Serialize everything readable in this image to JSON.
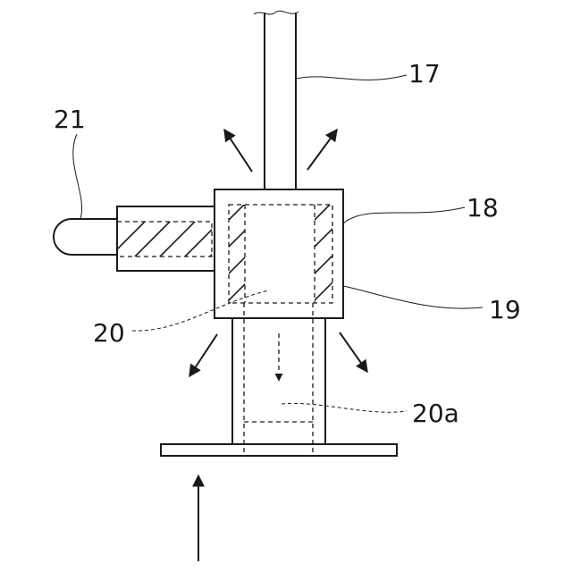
{
  "labels": {
    "pipe": "17",
    "housing": "18",
    "inner_body": "19",
    "passage": "20",
    "passage_lower": "20a",
    "connector": "21"
  }
}
